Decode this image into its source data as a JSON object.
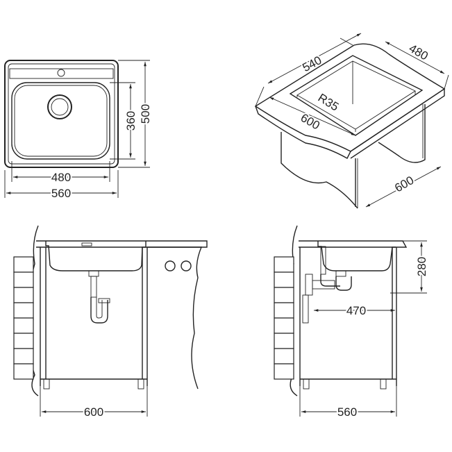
{
  "top_view": {
    "overall_width": "560",
    "bowl_width": "480",
    "overall_depth": "500",
    "bowl_depth": "360"
  },
  "iso_view": {
    "depth_back": "540",
    "width": "480",
    "corner_radius": "R35",
    "length": "600",
    "cabinet_depth": "600"
  },
  "front_view": {
    "cabinet_width": "600"
  },
  "side_view": {
    "bowl_depth": "280",
    "drain_offset": "470",
    "cabinet_depth": "560"
  }
}
